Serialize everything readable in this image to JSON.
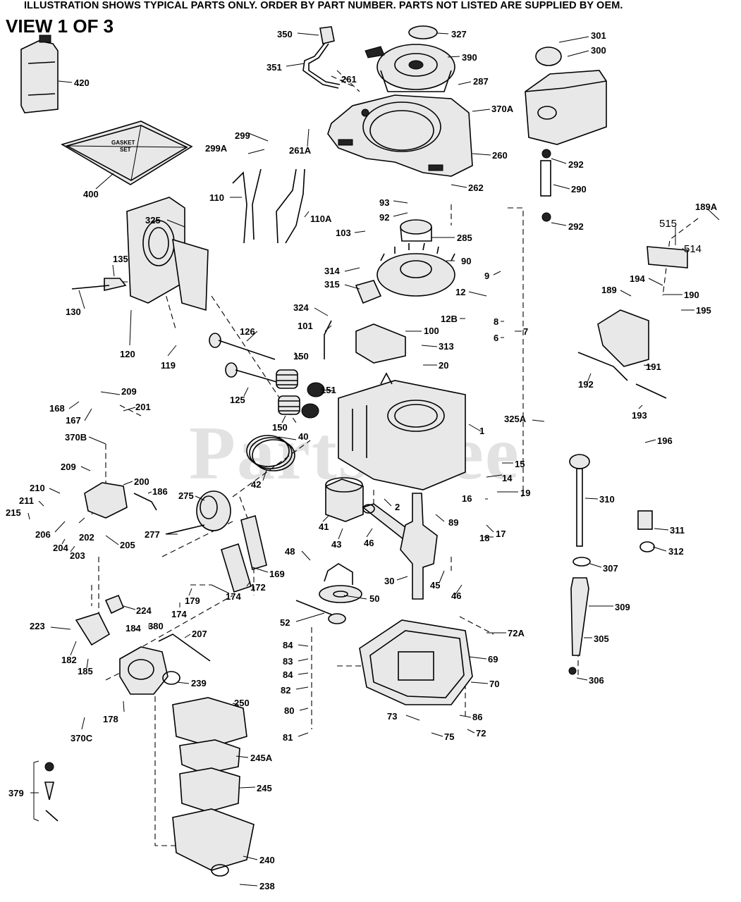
{
  "header": {
    "notice": "ILLUSTRATION SHOWS TYPICAL PARTS ONLY. ORDER BY PART NUMBER. PARTS NOT LISTED ARE SUPPLIED BY OEM.",
    "view_title": "VIEW 1 OF 3"
  },
  "watermark": "PartsTree",
  "gasket_text": [
    "GASKET",
    "SET"
  ],
  "labels": [
    "420",
    "400",
    "350",
    "351",
    "327",
    "390",
    "261",
    "287",
    "301",
    "300",
    "370A",
    "299",
    "299A",
    "261A",
    "260",
    "292",
    "290",
    "292",
    "262",
    "93",
    "92",
    "110",
    "110A",
    "325",
    "103",
    "285",
    "189A",
    "515",
    "514",
    "135",
    "130",
    "120",
    "119",
    "314",
    "315",
    "90",
    "9",
    "12",
    "194",
    "189",
    "190",
    "195",
    "324",
    "101",
    "100",
    "313",
    "20",
    "12B",
    "8",
    "6",
    "7",
    "191",
    "192",
    "193",
    "126",
    "150",
    "125",
    "151",
    "150",
    "40",
    "42",
    "209",
    "168",
    "167",
    "201",
    "370B",
    "325A",
    "196",
    "1",
    "15",
    "14",
    "19",
    "209",
    "200",
    "210",
    "211",
    "215",
    "186",
    "206",
    "202",
    "205",
    "204",
    "203",
    "275",
    "277",
    "16",
    "17",
    "18",
    "41",
    "43",
    "46",
    "2",
    "89",
    "310",
    "311",
    "312",
    "307",
    "48",
    "30",
    "45",
    "46",
    "50",
    "169",
    "172",
    "174",
    "179",
    "174",
    "309",
    "223",
    "182",
    "185",
    "224",
    "184",
    "380",
    "207",
    "52",
    "72A",
    "69",
    "305",
    "306",
    "84",
    "83",
    "84",
    "82",
    "70",
    "239",
    "250",
    "178",
    "370C",
    "80",
    "73",
    "86",
    "72",
    "75",
    "81",
    "245A",
    "245",
    "379",
    "240",
    "238"
  ]
}
